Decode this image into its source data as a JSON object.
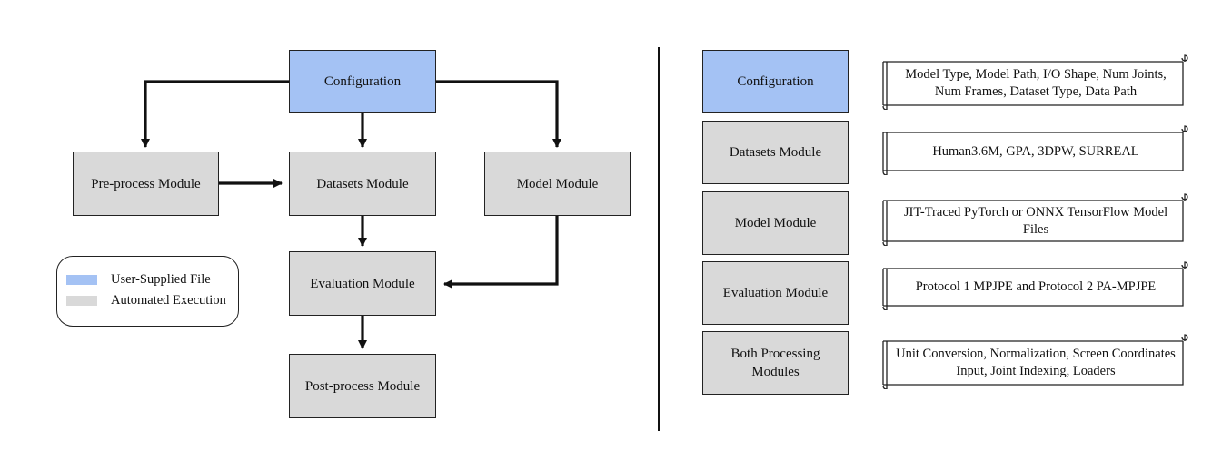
{
  "flowchart": {
    "configuration": "Configuration",
    "preprocess": "Pre-process Module",
    "datasets": "Datasets Module",
    "model": "Model Module",
    "evaluation": "Evaluation Module",
    "postprocess": "Post-process Module"
  },
  "legend": {
    "items": [
      {
        "label": "User-Supplied File",
        "color": "#a4c2f4"
      },
      {
        "label": "Automated Execution",
        "color": "#d9d9d9"
      }
    ]
  },
  "modules_table": {
    "rows": [
      {
        "module": "Configuration",
        "details": "Model Type, Model Path, I/O Shape, Num Joints, Num Frames, Dataset Type, Data Path",
        "color": "#a4c2f4"
      },
      {
        "module": "Datasets Module",
        "details": "Human3.6M, GPA, 3DPW, SURREAL",
        "color": "#d9d9d9"
      },
      {
        "module": "Model Module",
        "details": "JIT-Traced PyTorch or ONNX TensorFlow Model Files",
        "color": "#d9d9d9"
      },
      {
        "module": "Evaluation Module",
        "details": "Protocol 1 MPJPE and Protocol 2 PA-MPJPE",
        "color": "#d9d9d9"
      },
      {
        "module": "Both Processing Modules",
        "details": "Unit Conversion, Normalization, Screen Coordinates Input, Joint Indexing, Loaders",
        "color": "#d9d9d9"
      }
    ]
  },
  "colors": {
    "user_supplied": "#a4c2f4",
    "automated": "#d9d9d9",
    "line": "#111111"
  }
}
